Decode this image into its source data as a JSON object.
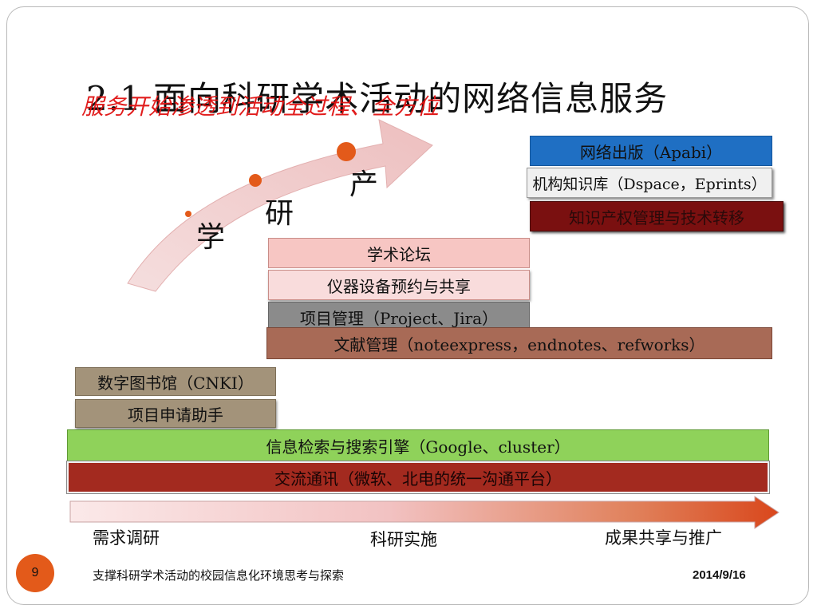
{
  "slide": {
    "title": "2.1 面向科研学术活动的网络信息服务",
    "subtitle": "服务开始渗透到活动全过程、全方位",
    "stages": [
      "学",
      "研",
      "产"
    ],
    "upper_boxes": [
      {
        "label": "网络出版（Apabi）",
        "color": "#1f6fc3"
      },
      {
        "label": "机构知识库（Dspace，Eprints）",
        "color": "#f0f0f0"
      },
      {
        "label": "知识产权管理与技术转移",
        "color": "#7a1010"
      }
    ],
    "middle_boxes": [
      {
        "label": "学术论坛",
        "color": "#f7c6c3"
      },
      {
        "label": "仪器设备预约与共享",
        "color": "#f9dcdc"
      },
      {
        "label": "项目管理（Project、Jira）",
        "color": "#8b8b8b"
      },
      {
        "label": "文献管理（noteexpress，endnotes、refworks）",
        "color": "#a86a56"
      }
    ],
    "lower_boxes": [
      {
        "label": "数字图书馆（CNKI）",
        "color": "#a3937a"
      },
      {
        "label": "项目申请助手",
        "color": "#a3937a"
      },
      {
        "label": "信息检索与搜索引擎（Google、cluster）",
        "color": "#8fd25a"
      },
      {
        "label": "交流通讯（微软、北电的统一沟通平台）",
        "color": "#a32a1f"
      }
    ],
    "timeline_labels": [
      "需求调研",
      "科研实施",
      "成果共享与推广"
    ]
  },
  "footer": {
    "page_number": "9",
    "text": "支撑科研学术活动的校园信息化环境思考与探索",
    "date": "2014/9/16"
  }
}
